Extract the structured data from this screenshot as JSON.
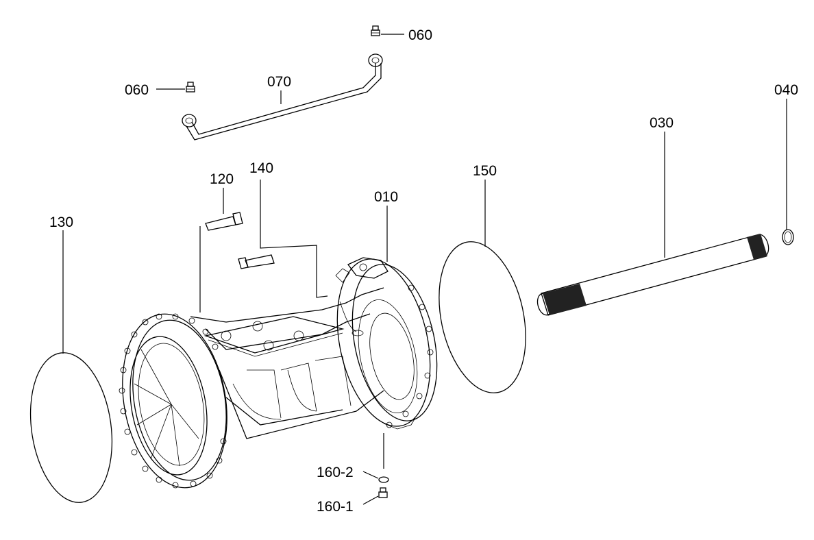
{
  "diagram": {
    "background": "#ffffff",
    "line_color": "#000000",
    "labels": {
      "p060_top": "060",
      "p060_left": "060",
      "p070": "070",
      "p040": "040",
      "p030": "030",
      "p150": "150",
      "p140": "140",
      "p120": "120",
      "p010": "010",
      "p130": "130",
      "p160_2": "160-2",
      "p160_1": "160-1"
    }
  }
}
